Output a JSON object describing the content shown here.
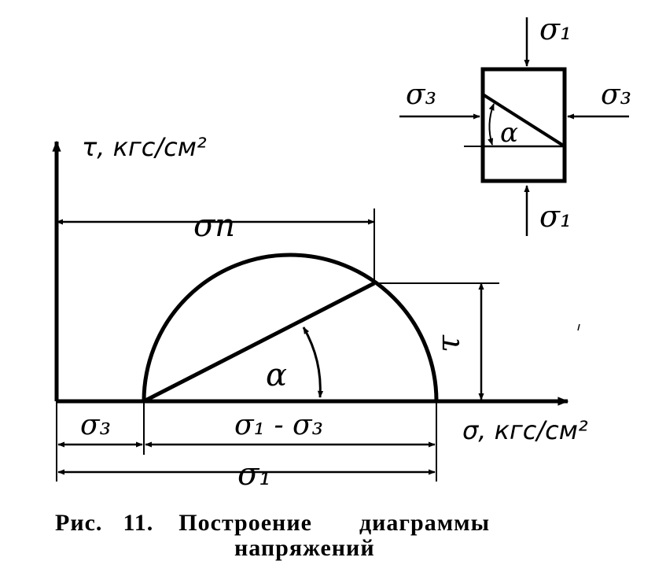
{
  "diagram": {
    "tau_axis_label": "τ, кгс/см²",
    "sigma_axis_label": "σ, кгс/см²",
    "sigma_n_label": "σп",
    "tau_label": "τ",
    "alpha_label": "α",
    "sigma3_label": "σ₃",
    "sigma1_minus_sigma3_label": "σ₁ - σ₃",
    "sigma1_label": "σ₁",
    "element": {
      "top_label": "σ₁",
      "bottom_label": "σ₁",
      "left_label": "σ₃",
      "right_label": "σ₃",
      "alpha_label": "α"
    }
  },
  "caption": {
    "fig": "Рис.",
    "number": "11.",
    "word1": "Построение",
    "word2": "диаграммы",
    "line2": "напряжений"
  }
}
